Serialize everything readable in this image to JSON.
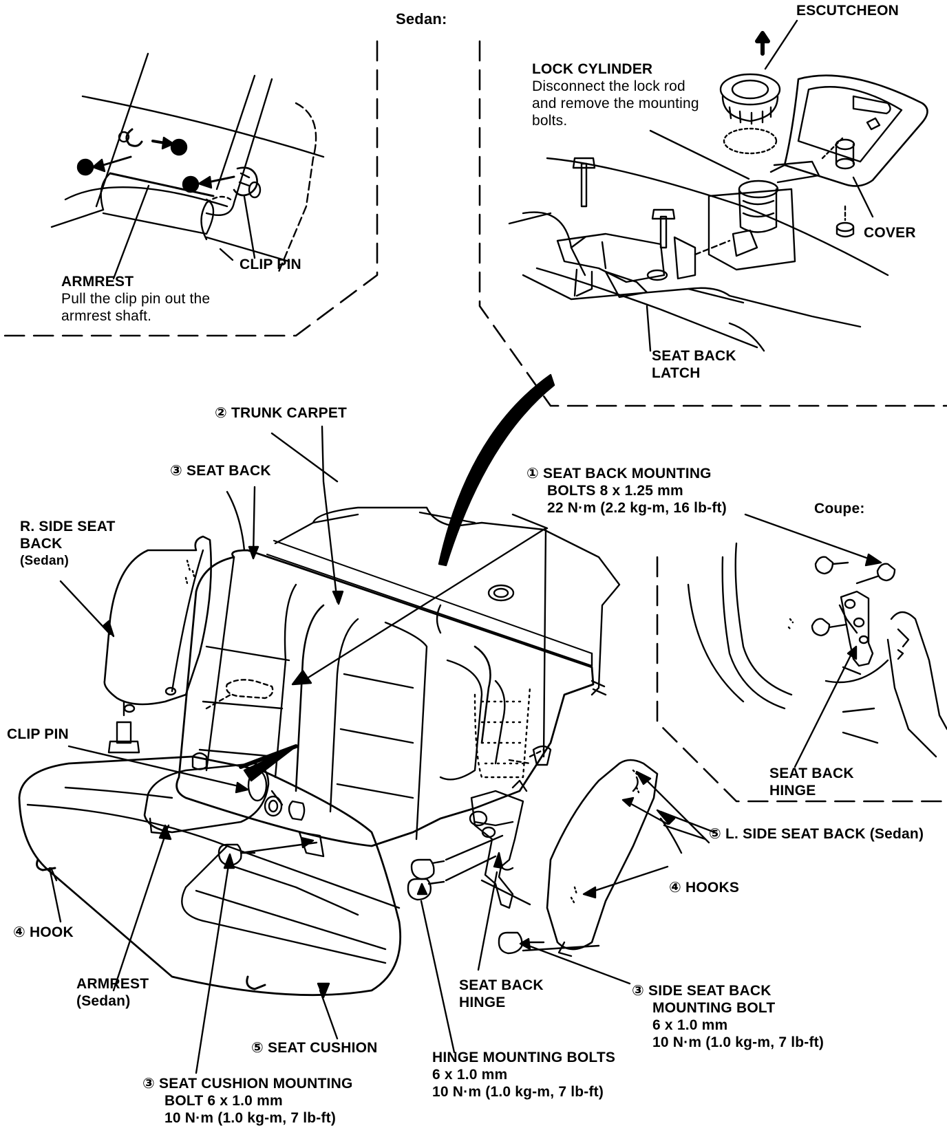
{
  "sections": {
    "sedan": "Sedan:",
    "coupe": "Coupe:"
  },
  "labels": {
    "escutcheon": "ESCUTCHEON",
    "lock_cylinder": "LOCK CYLINDER",
    "lock_cylinder_note": [
      "Disconnect the lock rod",
      "and remove the mounting",
      "bolts."
    ],
    "cover": "COVER",
    "seat_back_latch": [
      "SEAT BACK",
      "LATCH"
    ],
    "clip_pin_top": "CLIP PIN",
    "armrest_top": "ARMREST",
    "armrest_top_note": [
      "Pull the clip pin out the",
      "armrest shaft."
    ],
    "trunk_carpet": "② TRUNK CARPET",
    "seat_back": "③ SEAT BACK",
    "seat_back_mounting_bolts": [
      "① SEAT BACK MOUNTING",
      "BOLTS 8 x 1.25 mm",
      "22 N·m (2.2 kg-m, 16 lb-ft)"
    ],
    "r_side_seat_back": [
      "R. SIDE SEAT",
      "BACK",
      "(Sedan)"
    ],
    "clip_pin": "CLIP PIN",
    "seat_back_hinge_coupe": [
      "SEAT BACK",
      "HINGE"
    ],
    "l_side_seat_back": "⑤ L. SIDE SEAT BACK (Sedan)",
    "hooks": "④ HOOKS",
    "hook": "④ HOOK",
    "armrest_sedan": [
      "ARMREST",
      "(Sedan)"
    ],
    "seat_back_hinge": [
      "SEAT BACK",
      "HINGE"
    ],
    "side_seat_back_mounting_bolt": [
      "③ SIDE SEAT BACK",
      "MOUNTING BOLT",
      "6 x 1.0 mm",
      "10 N·m (1.0 kg-m, 7 lb-ft)"
    ],
    "seat_cushion": "⑤ SEAT CUSHION",
    "hinge_mounting_bolts": [
      "HINGE MOUNTING BOLTS",
      "6 x 1.0 mm",
      "10 N·m (1.0 kg-m, 7 lb-ft)"
    ],
    "seat_cushion_mounting_bolt": [
      "③ SEAT CUSHION MOUNTING",
      "BOLT 6 x 1.0 mm",
      "10 N·m (1.0 kg-m, 7 lb-ft)"
    ]
  }
}
